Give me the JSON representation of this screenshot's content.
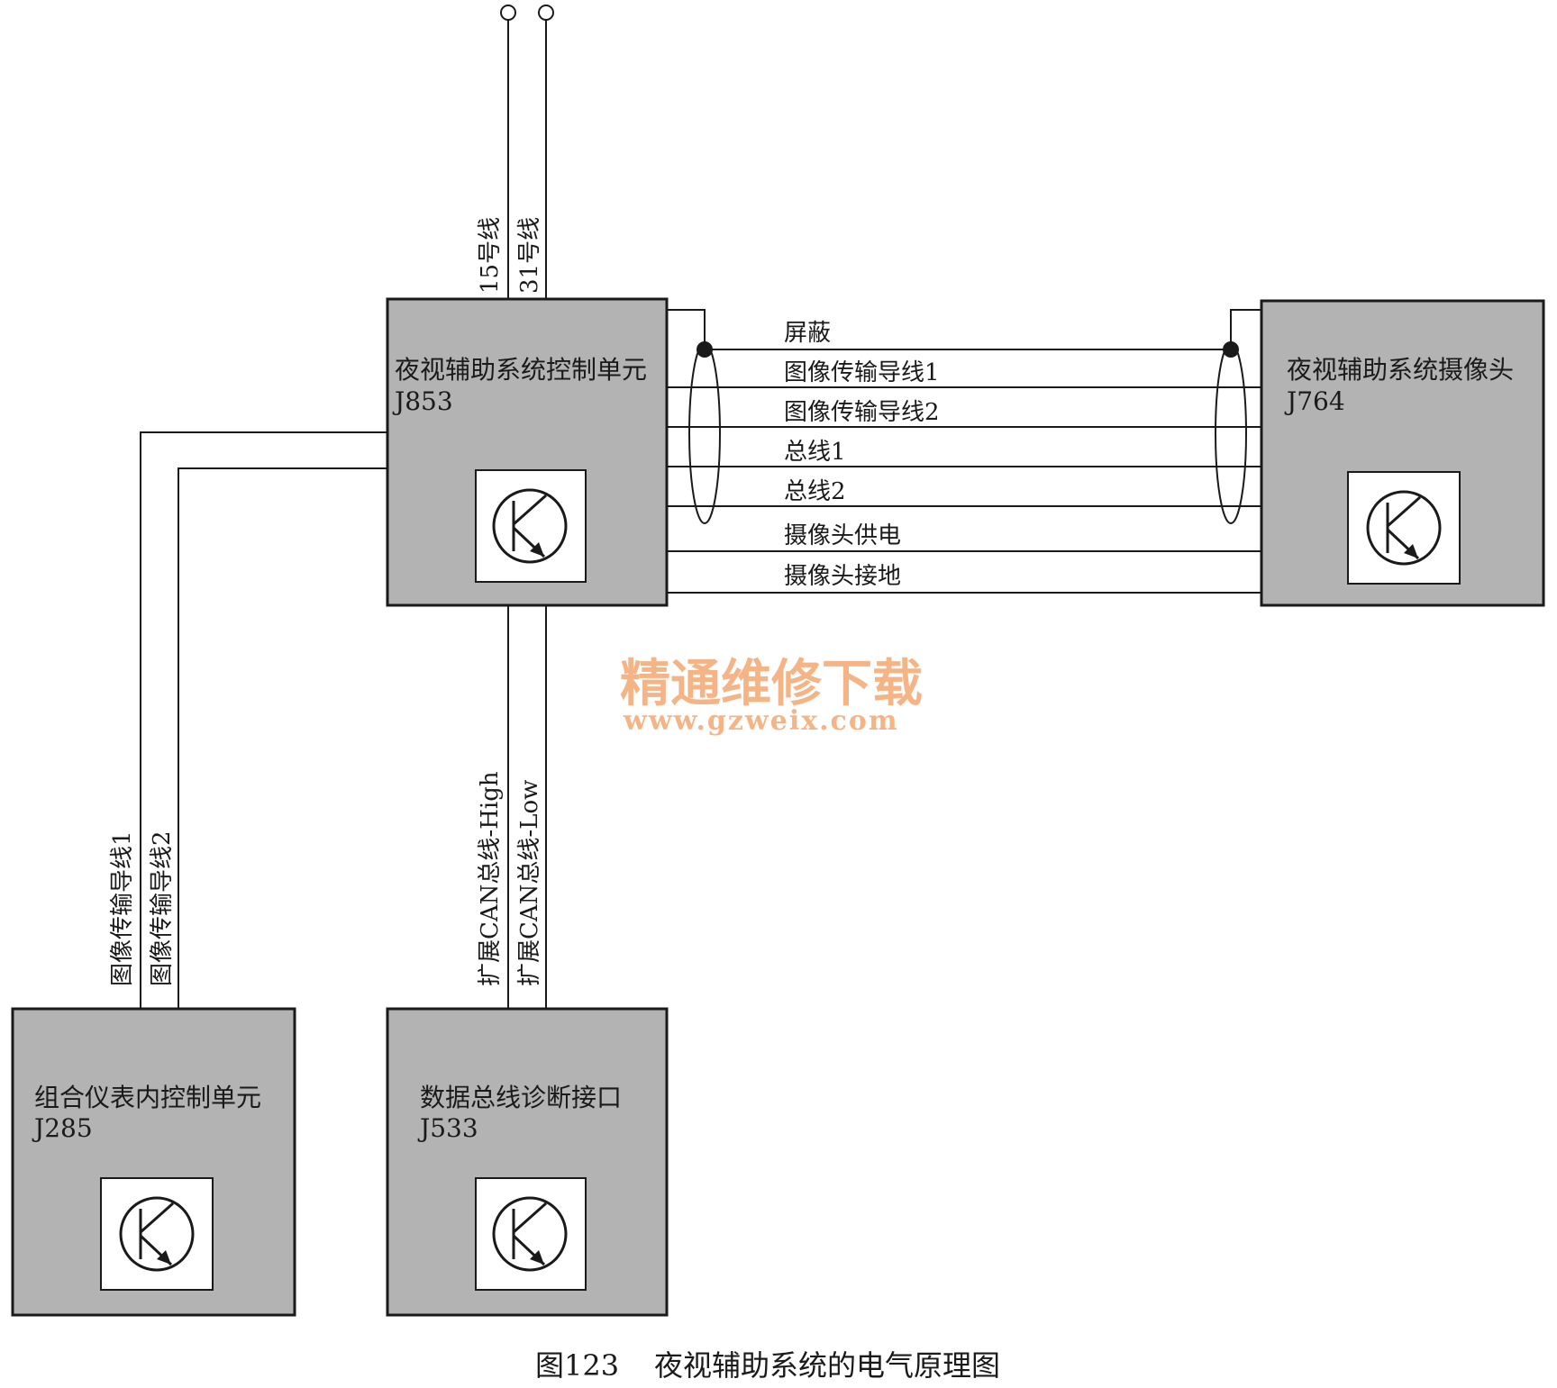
{
  "modules": {
    "control_unit": {
      "name": "夜视辅助系统控制单元",
      "code": "J853"
    },
    "camera": {
      "name": "夜视辅助系统摄像头",
      "code": "J764"
    },
    "cluster": {
      "name": "组合仪表内控制单元",
      "code": "J285"
    },
    "diag": {
      "name": "数据总线诊断接口",
      "code": "J533"
    }
  },
  "power_wires": {
    "w15": "15号线",
    "w31": "31号线"
  },
  "link_wires": [
    "屏蔽",
    "图像传输导线1",
    "图像传输导线2",
    "总线1",
    "总线2",
    "摄像头供电",
    "摄像头接地"
  ],
  "cluster_wires": [
    "图像传输导线1",
    "图像传输导线2"
  ],
  "can_wires": [
    "扩展CAN总线-High",
    "扩展CAN总线-Low"
  ],
  "watermark": {
    "name": "精通维修下载",
    "url": "www.gzweix.com"
  },
  "caption": {
    "figure": "图123",
    "title": "夜视辅助系统的电气原理图"
  },
  "colors": {
    "module_fill": "#b3b3b3",
    "line": "#1a1a1a",
    "watermark": "#f4a772"
  }
}
